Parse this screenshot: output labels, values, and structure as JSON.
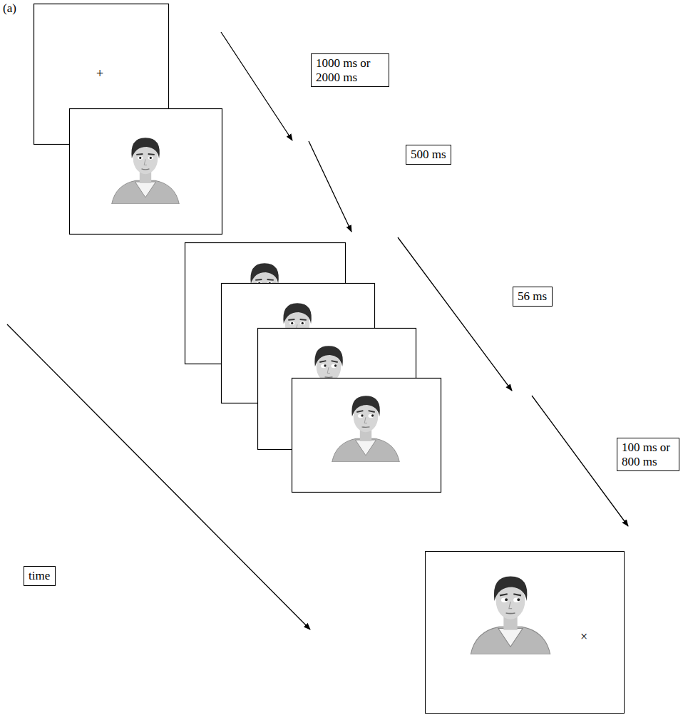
{
  "diagram": {
    "nodes": [
      {
        "text": [
          "+"
        ]
      },
      {
        "text": [
          "1000 ms or 2000 ms"
        ]
      },
      {
        "text": [
          "500 ms"
        ]
      },
      {
        "text": [
          "56 ms"
        ]
      },
      {
        "text": [
          "100 ms or 800 ms"
        ]
      },
      {
        "text": [
          "time"
        ]
      },
      {
        "text": [
          "×"
        ]
      }
    ],
    "labels": [
      "(a)"
    ]
  }
}
